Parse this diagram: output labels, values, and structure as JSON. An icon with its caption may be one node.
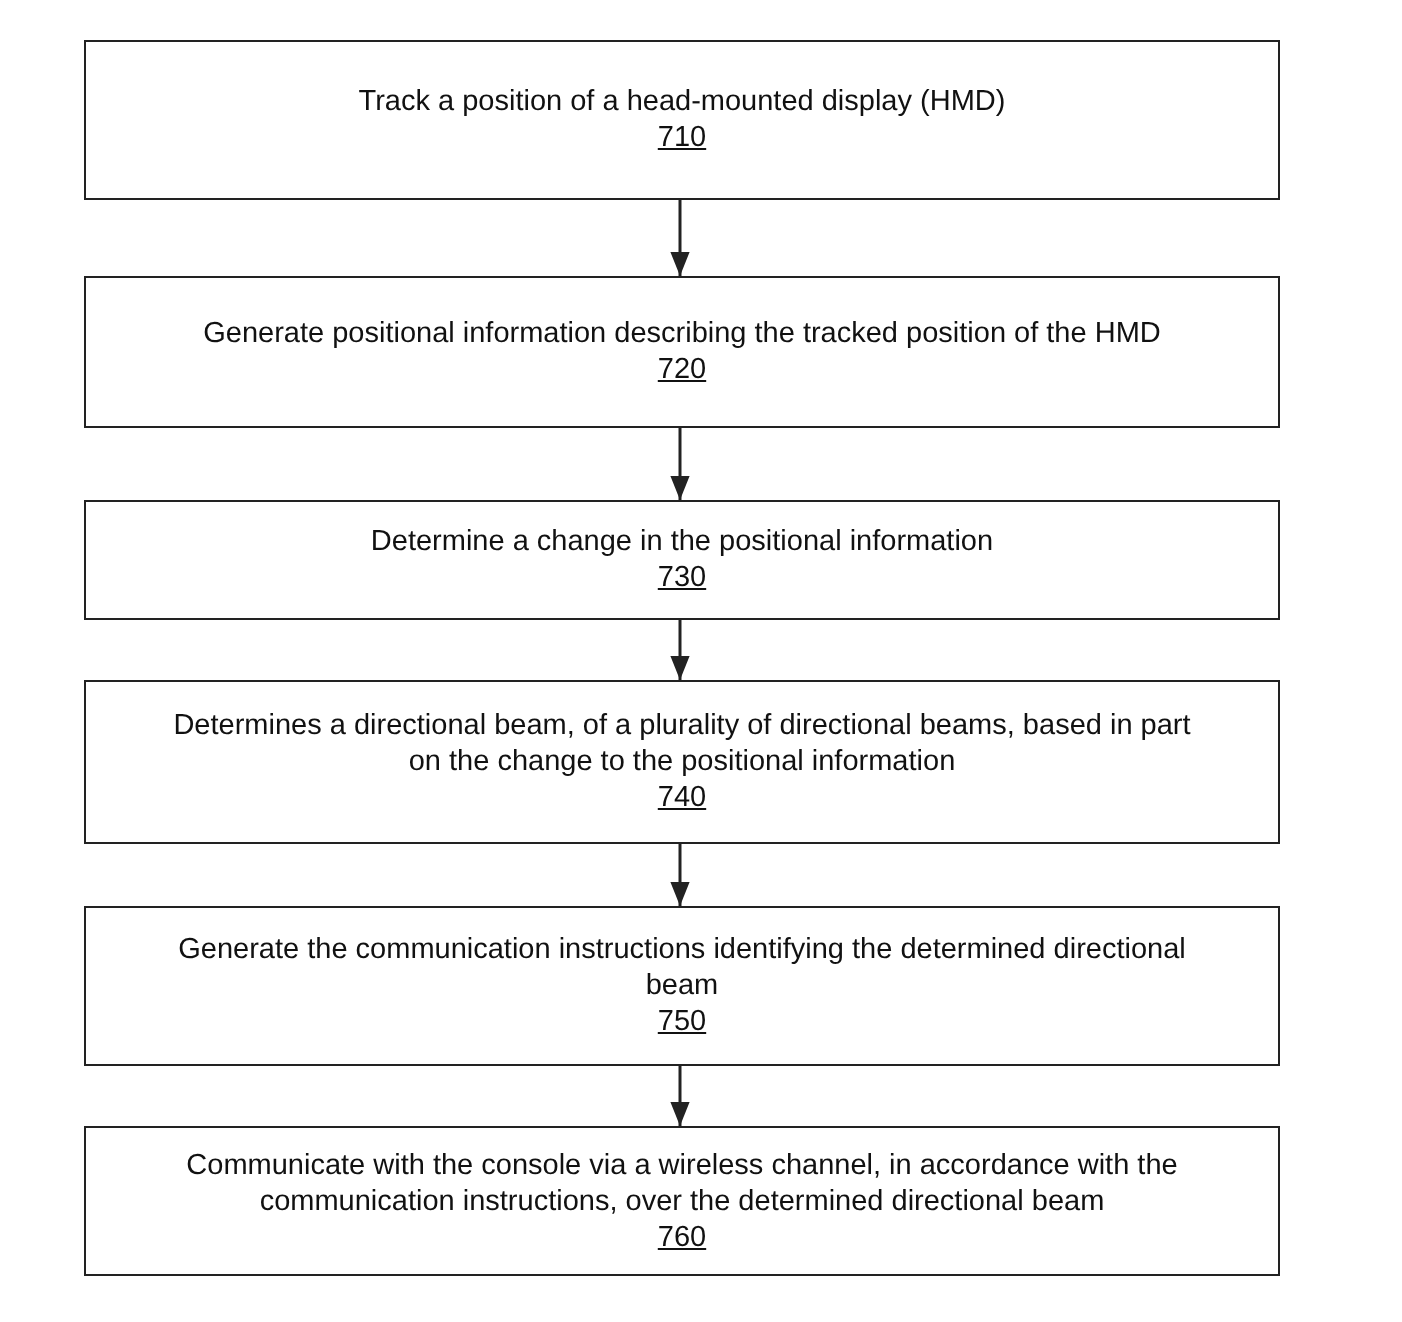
{
  "diagram": {
    "nodes": [
      {
        "text": [
          "Track a position of a head-mounted display (HMD)",
          "710"
        ]
      },
      {
        "text": [
          "Generate positional information describing the tracked position of the HMD",
          "720"
        ]
      },
      {
        "text": [
          "Determine a change in the positional information",
          "730"
        ]
      },
      {
        "text": [
          "Determines a directional beam, of a plurality of directional beams, based in part on the change to the positional information",
          "740"
        ]
      },
      {
        "text": [
          "Generate the communication instructions identifying the determined directional beam",
          "750"
        ]
      },
      {
        "text": [
          "Communicate with the console via a wireless channel, in accordance with the communication instructions, over the determined directional beam",
          "760"
        ]
      }
    ],
    "edges": [
      {
        "from": 0,
        "to": 1,
        "arrow": "to"
      },
      {
        "from": 1,
        "to": 2,
        "arrow": "to"
      },
      {
        "from": 2,
        "to": 3,
        "arrow": "to"
      },
      {
        "from": 3,
        "to": 4,
        "arrow": "to"
      },
      {
        "from": 4,
        "to": 5,
        "arrow": "to"
      }
    ]
  }
}
